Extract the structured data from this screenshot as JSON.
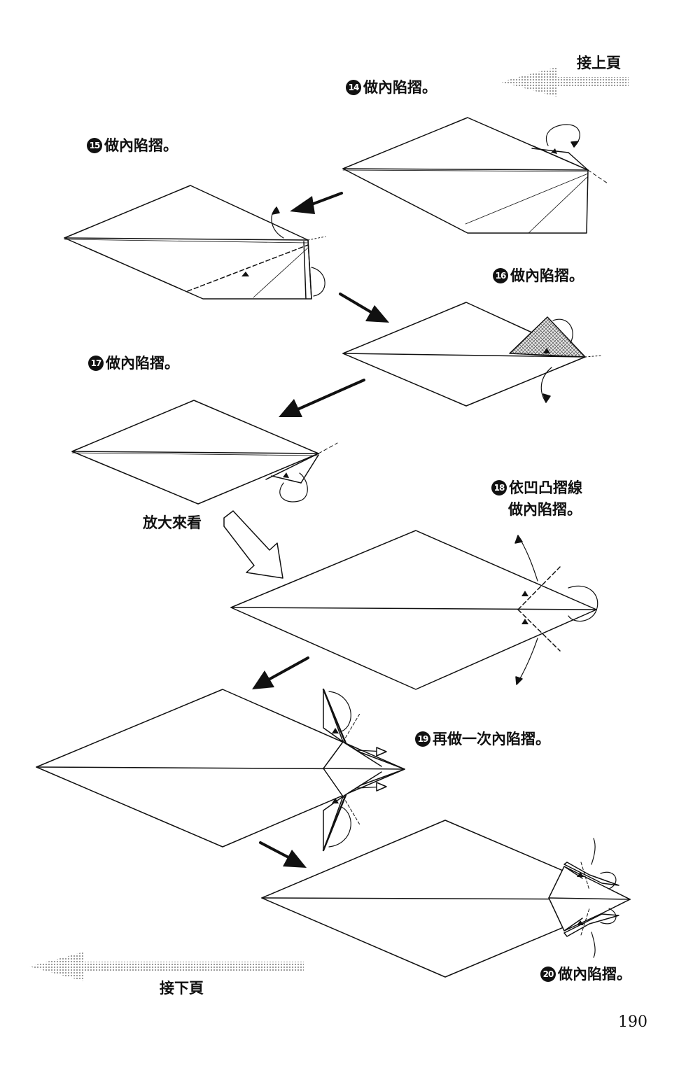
{
  "nav": {
    "prev": "接上頁",
    "next": "接下頁"
  },
  "steps": [
    {
      "num": "14",
      "text": "做內陷摺。"
    },
    {
      "num": "15",
      "text": "做內陷摺。"
    },
    {
      "num": "16",
      "text": "做內陷摺。"
    },
    {
      "num": "17",
      "text": "做內陷摺。"
    },
    {
      "num": "18",
      "text": "依凹凸摺線",
      "text2": "做內陷摺。"
    },
    {
      "num": "19",
      "text": "再做一次內陷摺。"
    },
    {
      "num": "20",
      "text": "做內陷摺。"
    }
  ],
  "zoom_label": "放大來看",
  "page_number": "190"
}
